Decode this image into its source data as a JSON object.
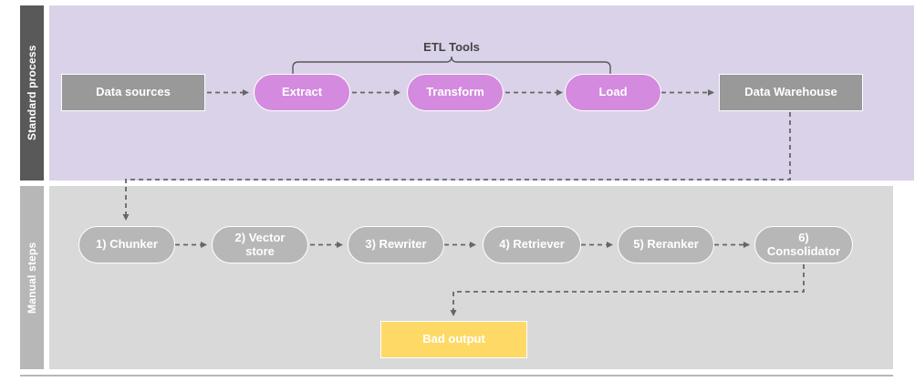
{
  "diagram": {
    "title_visible": false,
    "colors": {
      "band_standard_label_bg": "#595959",
      "band_standard_body_bg": "#d9d2e9",
      "band_manual_label_bg": "#b7b7b7",
      "band_manual_body_bg": "#d9d9d9",
      "node_gray": "#999999",
      "node_pill_purple": "#d48ade",
      "node_pill_gray": "#b7b7b7",
      "node_warning": "#ffd966",
      "edge": "#666666",
      "separator": "#b7b7b7",
      "text_on_node": "#ffffff",
      "bracket_text": "#434343"
    }
  },
  "bands": [
    {
      "id": "standard",
      "label": "Standard process"
    },
    {
      "id": "manual",
      "label": "Manual steps"
    }
  ],
  "annotations": [
    {
      "id": "etl-bracket",
      "label": "ETL Tools"
    }
  ],
  "nodes": {
    "standard": [
      {
        "id": "data-sources",
        "label": "Data sources",
        "shape": "rect"
      },
      {
        "id": "extract",
        "label": "Extract",
        "shape": "pill"
      },
      {
        "id": "transform",
        "label": "Transform",
        "shape": "pill"
      },
      {
        "id": "load",
        "label": "Load",
        "shape": "pill"
      },
      {
        "id": "data-warehouse",
        "label": "Data Warehouse",
        "shape": "rect"
      }
    ],
    "manual": [
      {
        "id": "chunker",
        "label": "1) Chunker",
        "shape": "pill"
      },
      {
        "id": "vector-store",
        "label": "2) Vector store",
        "shape": "pill"
      },
      {
        "id": "rewriter",
        "label": "3) Rewriter",
        "shape": "pill"
      },
      {
        "id": "retriever",
        "label": "4) Retriever",
        "shape": "pill"
      },
      {
        "id": "reranker",
        "label": "5) Reranker",
        "shape": "pill"
      },
      {
        "id": "consolidator",
        "label": "6) Consolidator",
        "shape": "pill"
      }
    ],
    "output": [
      {
        "id": "bad-output",
        "label": "Bad output",
        "shape": "rect"
      }
    ]
  },
  "node_labels": {
    "data_sources": "Data sources",
    "extract": "Extract",
    "transform": "Transform",
    "load": "Load",
    "data_warehouse": "Data Warehouse",
    "chunker": "1) Chunker",
    "vector_store_line1": "2) Vector",
    "vector_store_line2": "store",
    "rewriter": "3) Rewriter",
    "retriever": "4) Retriever",
    "reranker": "5) Reranker",
    "consolidator_line1": "6)",
    "consolidator_line2": "Consolidator",
    "bad_output": "Bad output",
    "etl_tools": "ETL Tools",
    "band_standard": "Standard process",
    "band_manual": "Manual steps"
  },
  "edges": [
    {
      "from": "data-sources",
      "to": "extract",
      "style": "dashed"
    },
    {
      "from": "extract",
      "to": "transform",
      "style": "dashed"
    },
    {
      "from": "transform",
      "to": "load",
      "style": "dashed"
    },
    {
      "from": "load",
      "to": "data-warehouse",
      "style": "dashed"
    },
    {
      "from": "data-warehouse",
      "to": "chunker",
      "style": "dashed"
    },
    {
      "from": "chunker",
      "to": "vector-store",
      "style": "dashed"
    },
    {
      "from": "vector-store",
      "to": "rewriter",
      "style": "dashed"
    },
    {
      "from": "rewriter",
      "to": "retriever",
      "style": "dashed"
    },
    {
      "from": "retriever",
      "to": "reranker",
      "style": "dashed"
    },
    {
      "from": "reranker",
      "to": "consolidator",
      "style": "dashed"
    },
    {
      "from": "consolidator",
      "to": "bad-output",
      "style": "dashed"
    }
  ]
}
